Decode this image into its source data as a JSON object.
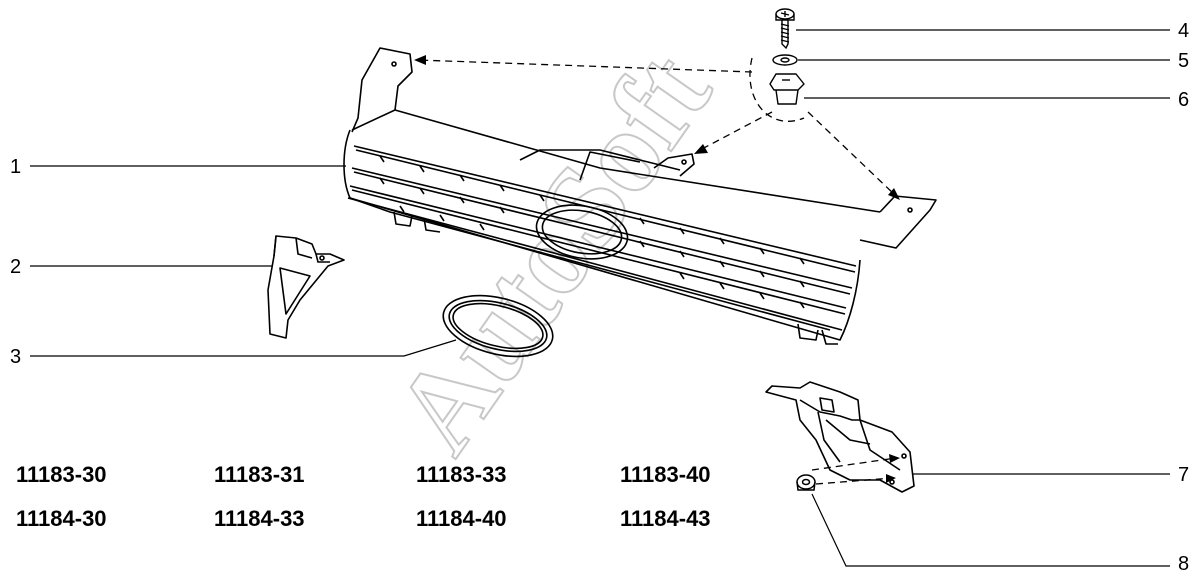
{
  "watermark": "AutoSoft",
  "callouts": {
    "c1": "1",
    "c2": "2",
    "c3": "3",
    "c4": "4",
    "c5": "5",
    "c6": "6",
    "c7": "7",
    "c8": "8"
  },
  "model_codes": {
    "r1c1": "11183-30",
    "r1c2": "11183-31",
    "r1c3": "11183-33",
    "r1c4": "11183-40",
    "r2c1": "11184-30",
    "r2c2": "11184-33",
    "r2c3": "11184-40",
    "r2c4": "11184-43"
  },
  "parts": {
    "p1": "radiator-grille",
    "p2": "left-grille-bracket",
    "p3": "emblem-frame",
    "p4": "screw",
    "p5": "washer",
    "p6": "clip-nut",
    "p7": "right-grille-bracket",
    "p8": "push-nut"
  }
}
